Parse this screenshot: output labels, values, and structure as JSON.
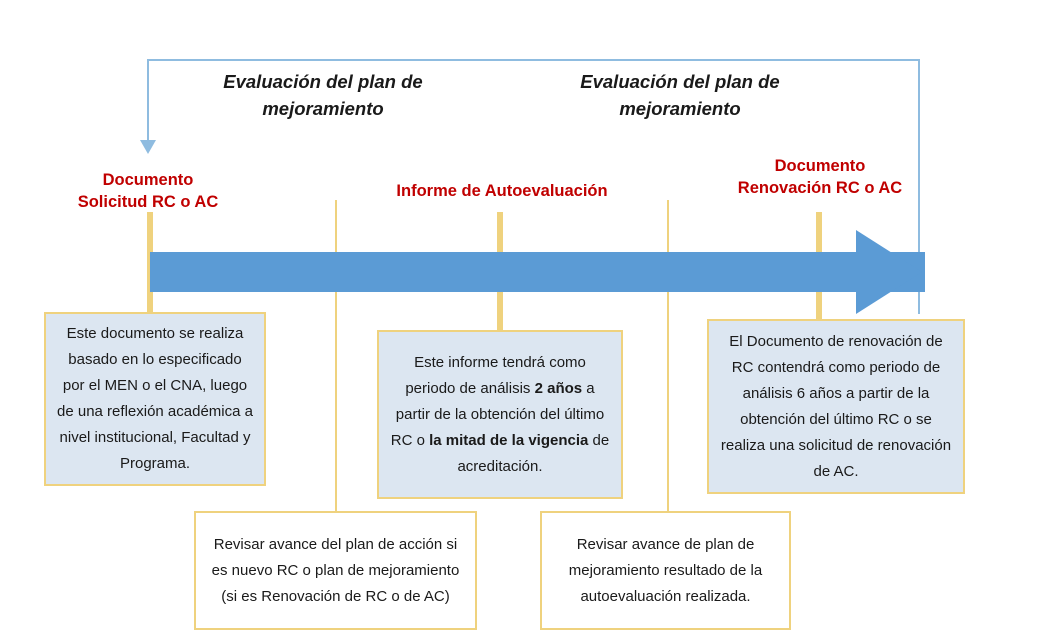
{
  "colors": {
    "arrow_blue": "#5B9BD5",
    "bracket_blue": "#8FBCE0",
    "connector_gold": "#EFD27E",
    "milestone_red": "#C00000",
    "note_fill_blue": "#DCE6F1",
    "note_fill_white": "#FFFFFF"
  },
  "headers": [
    {
      "id": "evaluacion-1",
      "text": "Evaluación del plan de\nmejoramiento"
    },
    {
      "id": "evaluacion-2",
      "text": "Evaluación del plan de\nmejoramiento"
    }
  ],
  "milestones": [
    {
      "id": "solicitud",
      "text": "Documento\nSolicitud RC o AC"
    },
    {
      "id": "autoevaluacion",
      "text": "Informe de Autoevaluación"
    },
    {
      "id": "renovacion",
      "text": "Documento\nRenovación RC o AC"
    }
  ],
  "notes": {
    "left": {
      "text": "Este documento se realiza basado en lo especificado por el MEN o el CNA, luego de una reflexión académica a nivel institucional, Facultad y Programa."
    },
    "middle": {
      "part1": "Este informe tendrá como periodo de análisis ",
      "bold1": "2 años",
      "part2": " a partir de la obtención del último RC o ",
      "bold2": "la mitad de la vigencia",
      "part3": " de acreditación."
    },
    "right": {
      "text": "El Documento de renovación de RC contendrá como periodo de análisis 6 años a partir de la obtención del último RC o se realiza una solicitud de renovación de AC."
    },
    "bottom_left": {
      "text": "Revisar avance del plan de acción si es nuevo RC o plan de mejoramiento (si es Renovación de RC o de AC)"
    },
    "bottom_right": {
      "text": "Revisar avance de plan de mejoramiento resultado de la autoevaluación realizada."
    }
  }
}
